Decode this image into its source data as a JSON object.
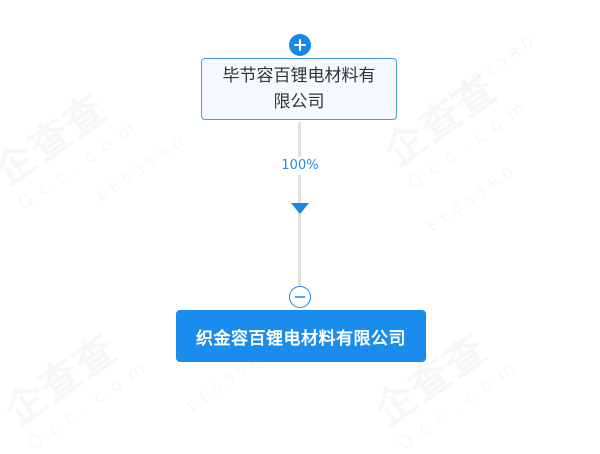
{
  "watermark": {
    "brand": "企查查",
    "domain": "Qcc.com",
    "code": "EE035RD"
  },
  "shareholder": {
    "name": "毕节容百锂电材料有限公司",
    "expand_icon": "plus-circle-icon"
  },
  "relation": {
    "percentage": "100%",
    "arrow_icon": "arrow-down-icon"
  },
  "company": {
    "name": "织金容百锂电材料有限公司",
    "collapse_icon": "minus-circle-icon"
  },
  "colors": {
    "accent": "#1a8cec",
    "node_border": "#4a9de8",
    "node_bg": "#f3f9ff",
    "line": "#e0e0e0",
    "percent_text": "#2a8ae0"
  }
}
